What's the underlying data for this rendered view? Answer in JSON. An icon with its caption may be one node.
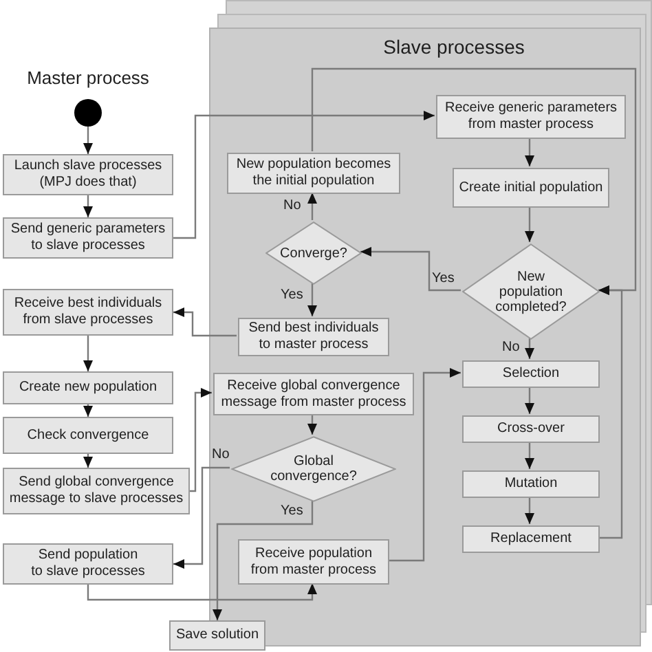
{
  "diagram": {
    "nodes": [
      {
        "text": [],
        "shape": "circle"
      },
      {
        "text": [
          "Launch slave processes (MPJ does that)"
        ]
      },
      {
        "text": [
          "Send generic parameters to slave processes"
        ]
      },
      {
        "text": [
          "Receive best individuals from slave processes"
        ]
      },
      {
        "text": [
          "Create new population"
        ]
      },
      {
        "text": [
          "Check convergence"
        ]
      },
      {
        "text": [
          "Send global convergence message to slave processes"
        ]
      },
      {
        "text": [
          "Send population to slave processes"
        ]
      },
      {
        "text": [
          "Save solution"
        ]
      },
      {
        "text": [
          "Slave processes"
        ]
      },
      {
        "text": [
          "Receive generic parameters from master process"
        ],
        "in": 9
      },
      {
        "text": [
          "New population becomes the initial population"
        ],
        "in": 9
      },
      {
        "text": [
          "Create initial population"
        ],
        "in": 9
      },
      {
        "text": [
          "Converge?"
        ],
        "in": 9
      },
      {
        "text": [
          "New population completed?"
        ],
        "in": 9
      },
      {
        "text": [
          "Send best individuals to master process"
        ],
        "in": 9
      },
      {
        "text": [
          "Receive global convergence message from master process"
        ],
        "in": 9
      },
      {
        "text": [
          "Selection"
        ],
        "in": 9
      },
      {
        "text": [
          "Global convergence?"
        ],
        "in": 9
      },
      {
        "text": [
          "Cross-over"
        ],
        "in": 9
      },
      {
        "text": [
          "Mutation"
        ],
        "in": 9
      },
      {
        "text": [
          "Receive population from master process"
        ],
        "in": 9
      },
      {
        "text": [
          "Replacement"
        ],
        "in": 9
      }
    ],
    "edges": [
      {
        "from": 0,
        "to": 1,
        "arrow": "to"
      },
      {
        "from": 1,
        "to": 2,
        "arrow": "to"
      },
      {
        "from": 2,
        "to": 10,
        "arrow": "to"
      },
      {
        "from": 15,
        "to": 3,
        "arrow": "to"
      },
      {
        "from": 3,
        "to": 4,
        "arrow": "to"
      },
      {
        "from": 4,
        "to": 5,
        "arrow": "to"
      },
      {
        "from": 5,
        "to": 6,
        "arrow": "to"
      },
      {
        "from": 6,
        "to": 16,
        "arrow": "to"
      },
      {
        "from": 16,
        "to": 18,
        "arrow": "to"
      },
      {
        "from": 18,
        "to": 7,
        "label": "No",
        "arrow": "to"
      },
      {
        "from": 18,
        "to": 8,
        "label": "Yes",
        "arrow": "to"
      },
      {
        "from": 7,
        "to": 21,
        "arrow": "to"
      },
      {
        "from": 21,
        "to": 17,
        "arrow": "to"
      },
      {
        "from": 10,
        "to": 12,
        "arrow": "to"
      },
      {
        "from": 12,
        "to": 14,
        "arrow": "to"
      },
      {
        "from": 14,
        "to": 13,
        "label": "Yes",
        "arrow": "to"
      },
      {
        "from": 14,
        "to": 17,
        "label": "No",
        "arrow": "to"
      },
      {
        "from": 17,
        "to": 19,
        "arrow": "to"
      },
      {
        "from": 19,
        "to": 20,
        "arrow": "to"
      },
      {
        "from": 20,
        "to": 22,
        "arrow": "to"
      },
      {
        "from": 22,
        "to": 14,
        "arrow": "to"
      },
      {
        "from": 13,
        "to": 11,
        "label": "No",
        "arrow": "to"
      },
      {
        "from": 13,
        "to": 15,
        "label": "Yes",
        "arrow": "to"
      },
      {
        "from": 11,
        "to": 14,
        "arrow": "to"
      }
    ],
    "labels": [
      "Master process"
    ]
  }
}
